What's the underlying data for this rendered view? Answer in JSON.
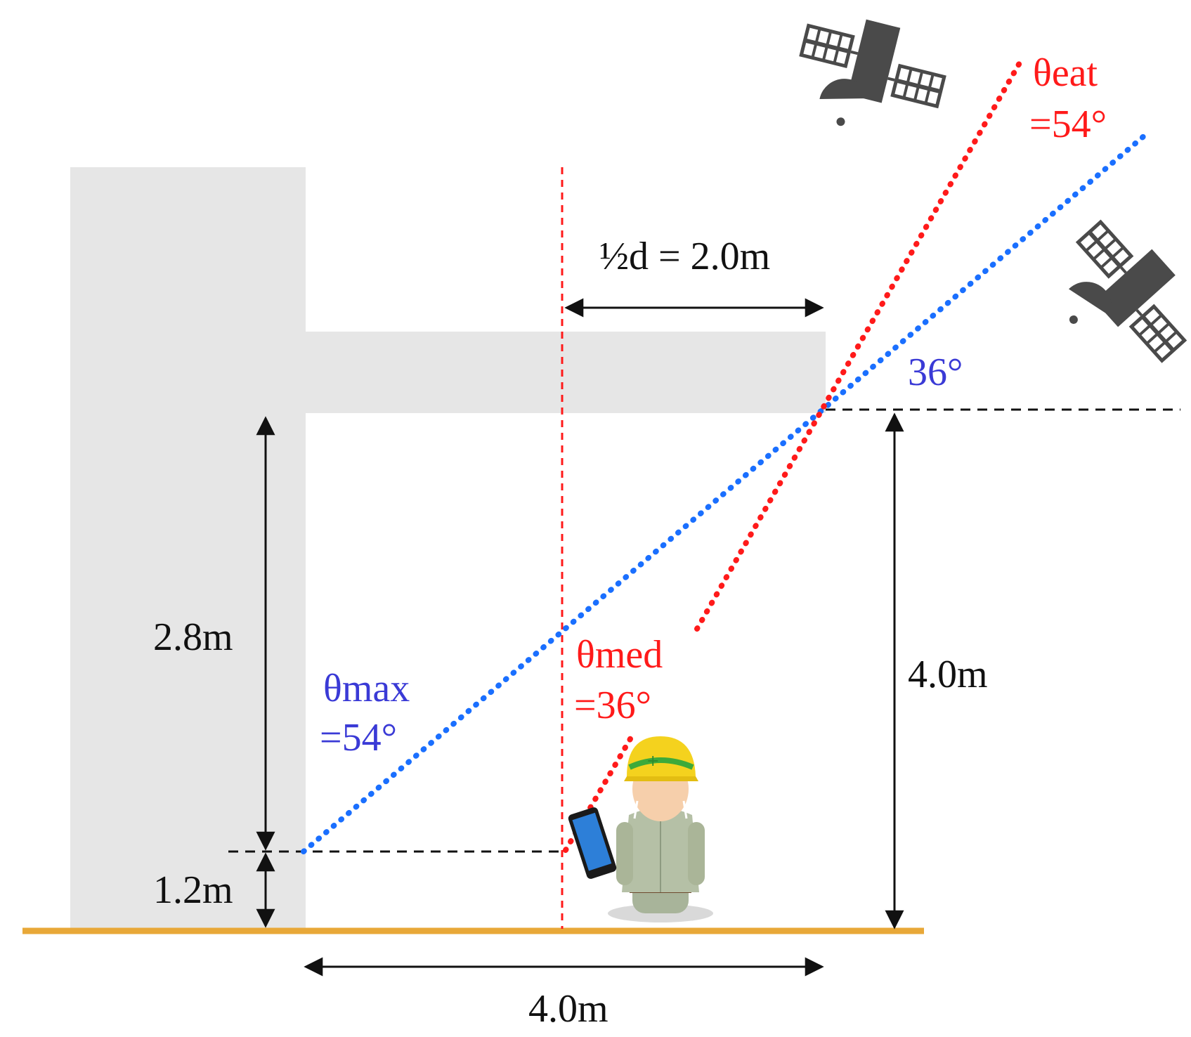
{
  "labels": {
    "half_d": "½d = 2.0m",
    "theta_eat": "θeat",
    "theta_eat_value": "=54°",
    "angle_36": "36°",
    "dim_2_8": "2.8m",
    "dim_1_2": "1.2m",
    "dim_4_0_vertical": "4.0m",
    "dim_4_0_horizontal": "4.0m",
    "theta_max": "θmax",
    "theta_max_value": "=54°",
    "theta_med": "θmed",
    "theta_med_value": "=36°"
  },
  "colors": {
    "building": "#e6e6e6",
    "ground": "#e8a838",
    "red_ray": "#ff1a1a",
    "blue_ray": "#1a6fff",
    "dimension": "#111111",
    "satellite": "#4a4a4a"
  },
  "icons": [
    "satellite-icon",
    "satellite-icon",
    "worker-with-helmet-icon",
    "smartphone-icon"
  ]
}
